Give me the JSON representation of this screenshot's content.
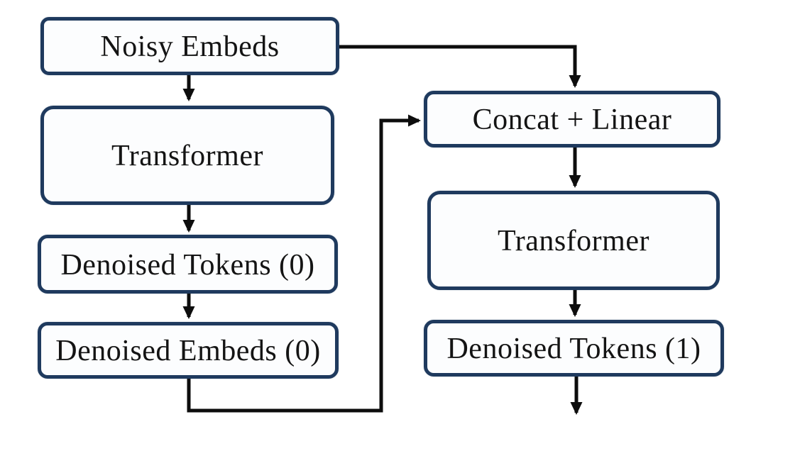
{
  "diagram": {
    "type": "flowchart",
    "colors": {
      "box_border": "#1f3a5e",
      "box_fill": "#fcfdfe",
      "line": "#0d0d0d",
      "text": "#141414",
      "background": "#ffffff"
    },
    "nodes": {
      "noisy_embeds": {
        "label": "Noisy Embeds"
      },
      "transformer_left": {
        "label": "Transformer"
      },
      "denoised_tokens_0": {
        "label": "Denoised Tokens (0)"
      },
      "denoised_embeds_0": {
        "label": "Denoised Embeds (0)"
      },
      "concat_linear": {
        "label": "Concat + Linear"
      },
      "transformer_right": {
        "label": "Transformer"
      },
      "denoised_tokens_1": {
        "label": "Denoised Tokens (1)"
      }
    },
    "edges": [
      {
        "from": "Noisy Embeds",
        "to": "Transformer (left)"
      },
      {
        "from": "Transformer (left)",
        "to": "Denoised Tokens (0)"
      },
      {
        "from": "Denoised Tokens (0)",
        "to": "Denoised Embeds (0)"
      },
      {
        "from": "Noisy Embeds",
        "to": "Concat + Linear"
      },
      {
        "from": "Denoised Embeds (0)",
        "to": "Concat + Linear"
      },
      {
        "from": "Concat + Linear",
        "to": "Transformer (right)"
      },
      {
        "from": "Transformer (right)",
        "to": "Denoised Tokens (1)"
      },
      {
        "from": "Denoised Tokens (1)",
        "to": "output"
      }
    ]
  }
}
